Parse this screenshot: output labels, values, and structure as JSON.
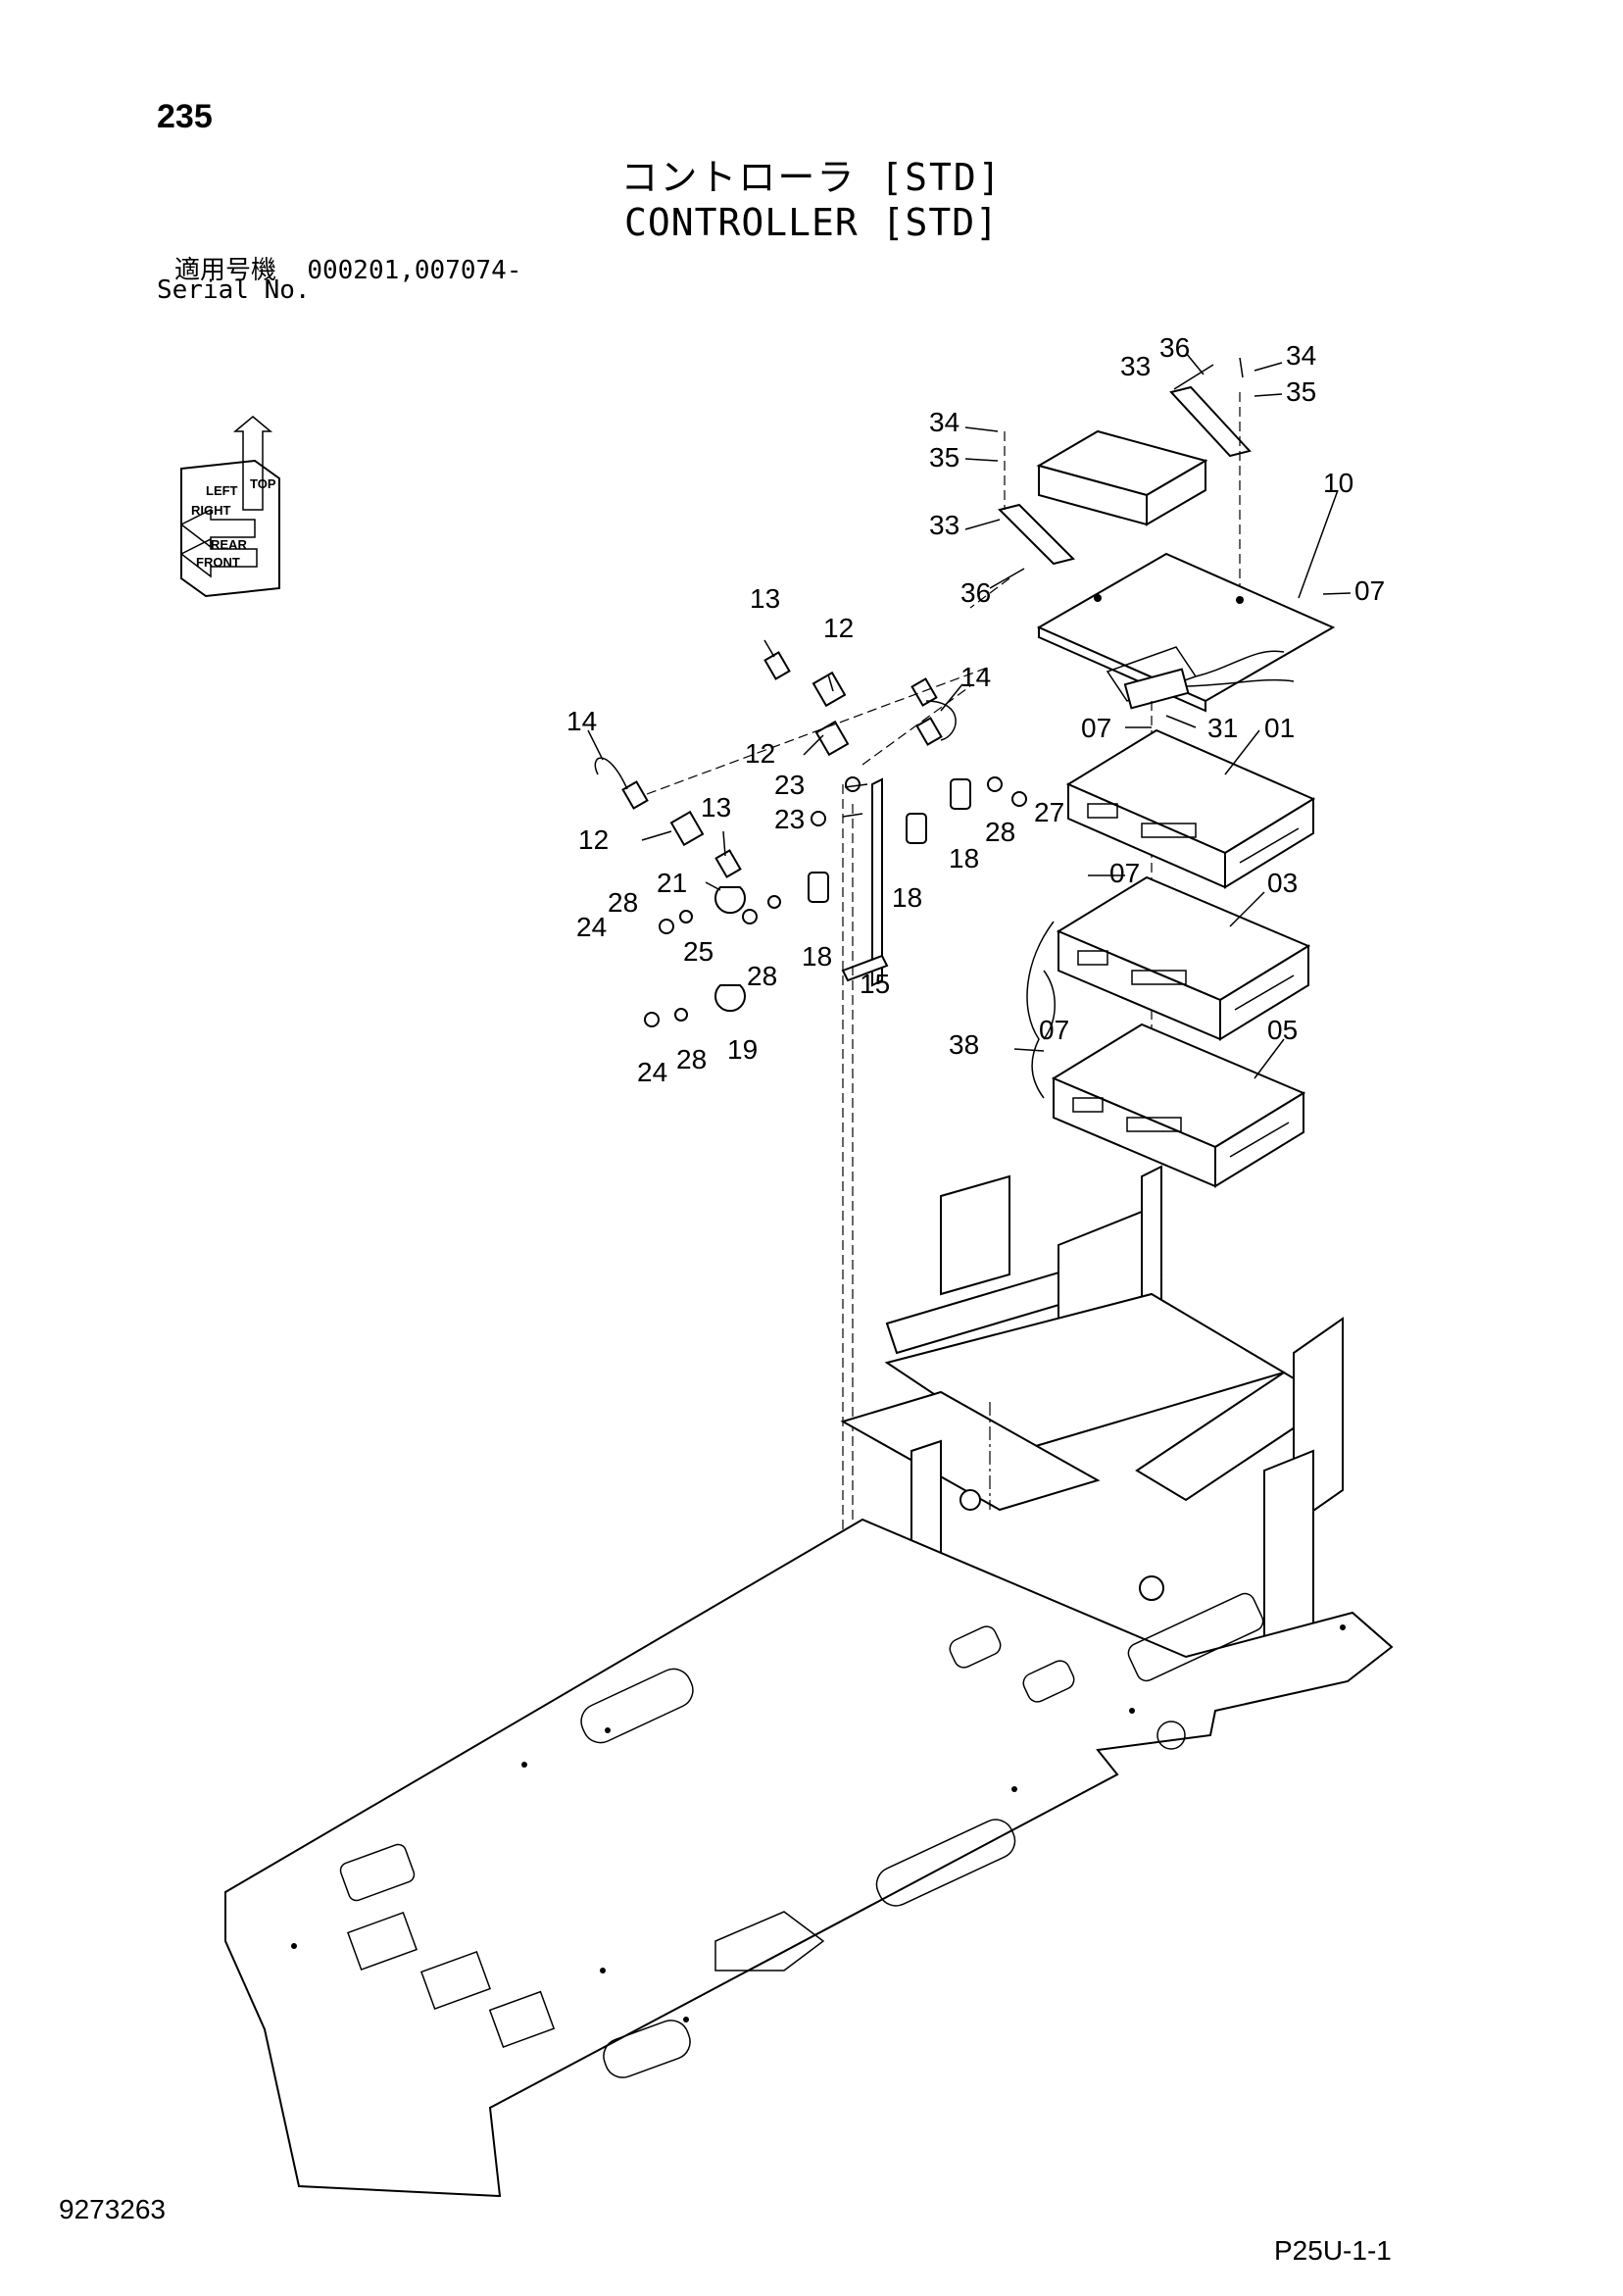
{
  "header": {
    "page_number": "235",
    "title_jp": "コントローラ [STD]",
    "title_en": "CONTROLLER [STD]",
    "serial_label_jp": "適用号機",
    "serial_label_en": "Serial No.",
    "serial_values": "000201,007074-"
  },
  "orientation": {
    "labels": [
      "TOP",
      "LEFT",
      "RIGHT",
      "REAR",
      "FRONT"
    ]
  },
  "callouts": {
    "c01": "01",
    "c03": "03",
    "c05": "05",
    "c07a": "07",
    "c07b": "07",
    "c07c": "07",
    "c07d": "07",
    "c10": "10",
    "c12a": "12",
    "c12b": "12",
    "c12c": "12",
    "c13a": "13",
    "c13b": "13",
    "c14a": "14",
    "c14b": "14",
    "c15": "15",
    "c18a": "18",
    "c18b": "18",
    "c18c": "18",
    "c19": "19",
    "c21": "21",
    "c23a": "23",
    "c23b": "23",
    "c24a": "24",
    "c24b": "24",
    "c25": "25",
    "c27": "27",
    "c28a": "28",
    "c28b": "28",
    "c28c": "28",
    "c28d": "28",
    "c31": "31",
    "c33a": "33",
    "c33b": "33",
    "c34a": "34",
    "c34b": "34",
    "c35a": "35",
    "c35b": "35",
    "c36a": "36",
    "c36b": "36",
    "c38": "38"
  },
  "footer": {
    "drawing_number": "9273263",
    "sheet_code": "P25U-1-1"
  }
}
